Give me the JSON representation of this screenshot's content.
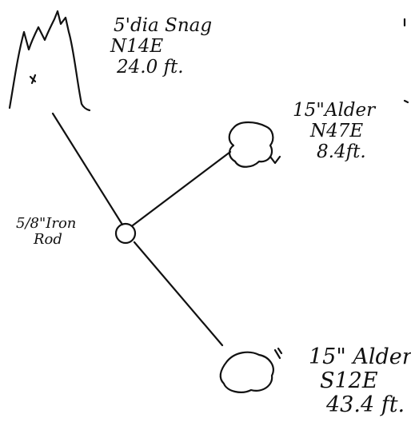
{
  "snag": {
    "size": "5'dia Snag",
    "bearing": "N14E",
    "distance": "24.0 ft."
  },
  "alder_1": {
    "size": "15\"Alder",
    "bearing": "N47E",
    "distance": "8.4ft."
  },
  "monument": {
    "size": "5/8\"Iron",
    "type": "Rod"
  },
  "alder_2": {
    "size": "15\" Alder",
    "bearing": "S12E",
    "distance": "43.4 ft."
  },
  "colors": {
    "ink": "#111111",
    "paper": "#ffffff"
  }
}
